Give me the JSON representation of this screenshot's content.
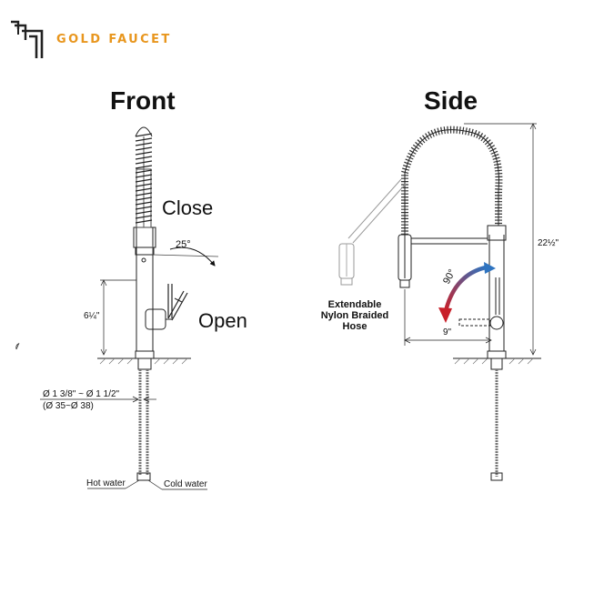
{
  "brand": {
    "name": "GOLD FAUCET",
    "accent_color": "#e8961e",
    "logo_icon": "faucet-pipes-icon"
  },
  "front_view": {
    "title": "Front",
    "close_label": "Close",
    "open_label": "Open",
    "angle_label": "25°",
    "height_label": "6¼\"",
    "hole_diameter_in": "Ø 1 3/8\" ~ Ø 1 1/2\"",
    "hole_diameter_mm": "(Ø 35~Ø 38)",
    "hot_water_label": "Hot water",
    "cold_water_label": "Cold water"
  },
  "side_view": {
    "title": "Side",
    "hose_label": [
      "Extendable",
      "Nylon Braided",
      "Hose"
    ],
    "rotation_label": "90°",
    "reach_label": "9\"",
    "total_height_label": "22½\"",
    "arrow_start_color": "#2f74c0",
    "arrow_end_color": "#c8202a"
  }
}
